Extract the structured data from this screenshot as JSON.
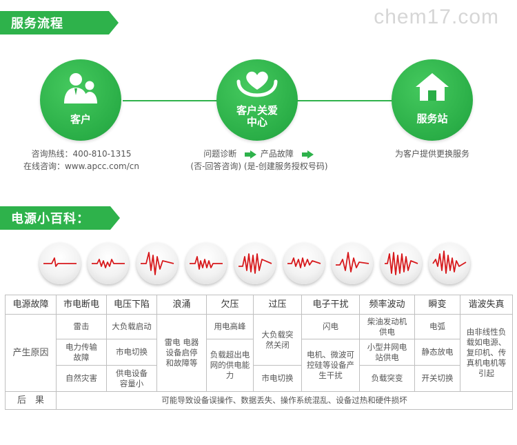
{
  "section1": {
    "title": "服务流程"
  },
  "watermark": "chem17.com",
  "steps": [
    {
      "title": "客户",
      "icon": "customer-users-icon",
      "desc": [
        "咨询热线：400-810-1315",
        "在线咨询：www.apcc.com/cn"
      ]
    },
    {
      "title_line1": "客户关爱",
      "title_line2": "中心",
      "icon": "heart-hands-icon",
      "flow": [
        "问题诊断",
        "产品故障"
      ],
      "desc2": "(否-回答咨询) (是-创建服务授权号码)"
    },
    {
      "title": "服务站",
      "icon": "house-icon",
      "desc": [
        "为客户提供更换服务"
      ]
    }
  ],
  "section2": {
    "title": "电源小百科："
  },
  "waves": [
    "flat-dip-wave",
    "sag-wave",
    "surge-wave",
    "undervoltage-wave",
    "overvoltage-wave",
    "noise-wave",
    "frequency-wave",
    "transient-wave",
    "harmonic-wave"
  ],
  "colors": {
    "brand_green": "#2eb24b",
    "wave_red": "#d7191c"
  },
  "table": {
    "headers": [
      "电源故障",
      "市电断电",
      "电压下陷",
      "浪涌",
      "欠压",
      "过压",
      "电子干扰",
      "频率波动",
      "瞬变",
      "谐波失真"
    ],
    "row_label": "产生原因",
    "cells": {
      "outage": [
        "雷击",
        "电力传输故障",
        "自然灾害"
      ],
      "sag": [
        "大负载启动",
        "市电切换",
        "供电设备容量小"
      ],
      "surge": "雷电 电器设备启停 和故障等",
      "under": [
        "用电高峰",
        "负载超出电网的供电能力"
      ],
      "over": [
        "大负载突然关闭",
        "市电切换"
      ],
      "noise": [
        "闪电",
        "电机、微波可控硅等设备产生干扰"
      ],
      "freq": [
        "柴油发动机供电",
        "小型井网电站供电",
        "负载突变"
      ],
      "transient": [
        "电弧",
        "静态放电",
        "开关切换"
      ],
      "harmonic": "由非线性负载如电源、复印机、传真机电机等引起"
    },
    "result_label": "后　果",
    "result_text": "可能导致设备误操作、数据丢失、操作系统混乱、设备过热和硬件损坏"
  }
}
